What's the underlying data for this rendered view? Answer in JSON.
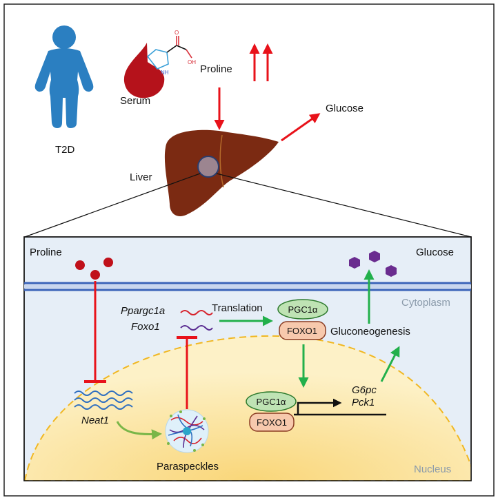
{
  "labels": {
    "t2d": "T2D",
    "serum": "Serum",
    "proline_top": "Proline",
    "glucose_top": "Glucose",
    "liver": "Liver",
    "proline_cell": "Proline",
    "glucose_cell": "Glucose",
    "cytoplasm": "Cytoplasm",
    "ppargc1a": "Ppargc1a",
    "foxo1_gene": "Foxo1",
    "translation": "Translation",
    "pgc1a_top": "PGC1α",
    "foxo1_top": "FOXO1",
    "gluconeogenesis": "Gluconeogenesis",
    "g6pc": "G6pc",
    "pck1": "Pck1",
    "pgc1a_bottom": "PGC1α",
    "foxo1_bottom": "FOXO1",
    "neat1": "Neat1",
    "paraspeckles": "Paraspeckles",
    "nucleus": "Nucleus"
  },
  "molecule_labels": {
    "nh": "NH",
    "oh": "OH",
    "o": "O"
  },
  "colors": {
    "inhibition_red": "#e8121a",
    "activation_green": "#22b04b",
    "neat1_blue": "#2f6fc0",
    "paraspeckle_green": "#7ab648",
    "liver": "#7b2a12",
    "person": "#2b7fc1",
    "membrane": "#3a63b8",
    "nucleus_fill": "#fbe7a6",
    "glucose_purple": "#6a2c8f",
    "proline_dot": "#c0101a",
    "pgc1a_fill": "#bfe3b4",
    "foxo1_fill": "#f7c9ad"
  },
  "icons": [
    "person-icon",
    "blood-drop-icon",
    "liver-icon",
    "proline-molecule-icon",
    "glucose-hexagon-icon",
    "paraspeckle-icon"
  ]
}
